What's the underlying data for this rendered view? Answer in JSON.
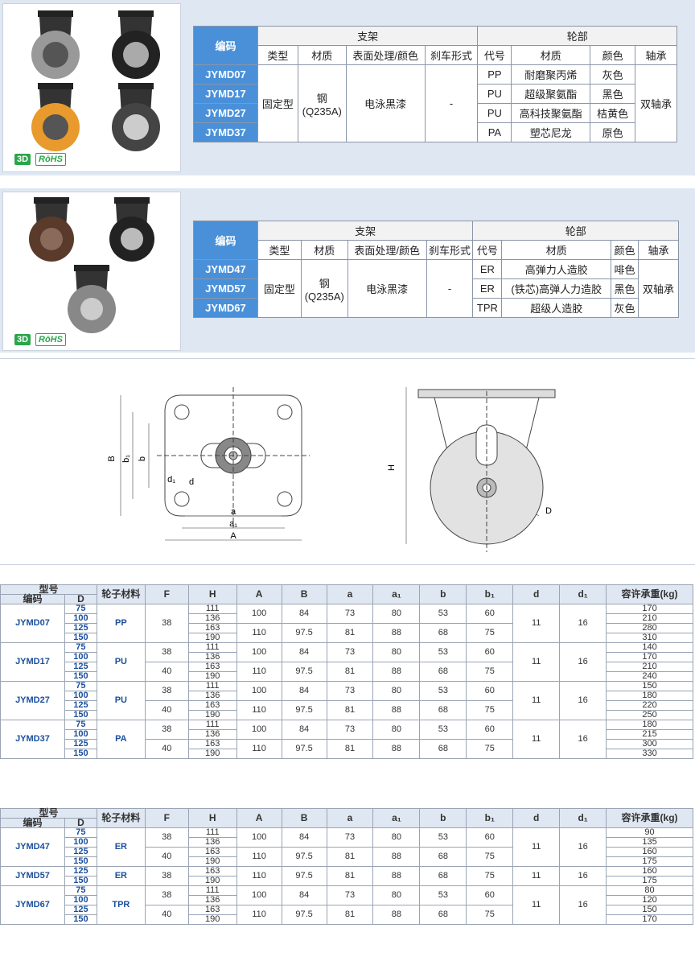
{
  "badges": {
    "three_d": "3D",
    "rohs": "RōHS"
  },
  "spec1": {
    "headers": {
      "code": "编码",
      "frame": "支架",
      "wheel": "轮部",
      "type": "类型",
      "material": "材质",
      "surface": "表面处理/颜色",
      "brake": "刹车形式",
      "wcode": "代号",
      "wmaterial": "材质",
      "color": "颜色",
      "bearing": "轴承"
    },
    "type": "固定型",
    "material": "钢",
    "material_std": "(Q235A)",
    "surface": "电泳黑漆",
    "brake": "-",
    "bearing": "双轴承",
    "rows": [
      {
        "code": "JYMD07",
        "wcode": "PP",
        "wmaterial": "耐磨聚丙烯",
        "color": "灰色"
      },
      {
        "code": "JYMD17",
        "wcode": "PU",
        "wmaterial": "超级聚氨酯",
        "color": "黑色"
      },
      {
        "code": "JYMD27",
        "wcode": "PU",
        "wmaterial": "高科技聚氨酯",
        "color": "桔黄色"
      },
      {
        "code": "JYMD37",
        "wcode": "PA",
        "wmaterial": "塑芯尼龙",
        "color": "原色"
      }
    ]
  },
  "spec2": {
    "type": "固定型",
    "material": "钢",
    "material_std": "(Q235A)",
    "surface": "电泳黑漆",
    "brake": "-",
    "bearing": "双轴承",
    "rows": [
      {
        "code": "JYMD47",
        "wcode": "ER",
        "wmaterial": "高弹力人造胶",
        "color": "啡色"
      },
      {
        "code": "JYMD57",
        "wcode": "ER",
        "wmaterial": "(铁芯)高弹人力造胶",
        "color": "黑色"
      },
      {
        "code": "JYMD67",
        "wcode": "TPR",
        "wmaterial": "超级人造胶",
        "color": "灰色"
      }
    ]
  },
  "diagram": {
    "labels": {
      "B": "B",
      "b1": "b₁",
      "b": "b",
      "d": "d",
      "d1": "d₁",
      "a": "a",
      "a1": "a₁",
      "A": "A",
      "H": "H",
      "D": "D"
    }
  },
  "dims_headers": {
    "model": "型号",
    "code": "编码",
    "D": "D",
    "wheel_mat": "轮子材料",
    "F": "F",
    "H": "H",
    "A": "A",
    "B": "B",
    "a": "a",
    "a1": "a₁",
    "b": "b",
    "b1": "b₁",
    "d": "d",
    "d1": "d₁",
    "load": "容许承重(kg)"
  },
  "dims1": [
    {
      "code": "JYMD07",
      "mat": "PP",
      "D": [
        "75",
        "100",
        "125",
        "150"
      ],
      "H": [
        "111",
        "136",
        "163",
        "190"
      ],
      "F": [
        "38"
      ],
      "A": [
        "100",
        "110"
      ],
      "B": [
        "84",
        "97.5"
      ],
      "a": [
        "73",
        "81"
      ],
      "a1": [
        "80",
        "88"
      ],
      "b": [
        "53",
        "68"
      ],
      "b1": [
        "60",
        "75"
      ],
      "d": "11",
      "d1": "16",
      "load": [
        "170",
        "210",
        "280",
        "310"
      ]
    },
    {
      "code": "JYMD17",
      "mat": "PU",
      "D": [
        "75",
        "100",
        "125",
        "150"
      ],
      "H": [
        "111",
        "136",
        "163",
        "190"
      ],
      "F": [
        "38",
        "40"
      ],
      "A": [
        "100",
        "110"
      ],
      "B": [
        "84",
        "97.5"
      ],
      "a": [
        "73",
        "81"
      ],
      "a1": [
        "80",
        "88"
      ],
      "b": [
        "53",
        "68"
      ],
      "b1": [
        "60",
        "75"
      ],
      "d": "11",
      "d1": "16",
      "load": [
        "140",
        "170",
        "210",
        "240"
      ]
    },
    {
      "code": "JYMD27",
      "mat": "PU",
      "D": [
        "75",
        "100",
        "125",
        "150"
      ],
      "H": [
        "111",
        "136",
        "163",
        "190"
      ],
      "F": [
        "38",
        "40"
      ],
      "A": [
        "100",
        "110"
      ],
      "B": [
        "84",
        "97.5"
      ],
      "a": [
        "73",
        "81"
      ],
      "a1": [
        "80",
        "88"
      ],
      "b": [
        "53",
        "68"
      ],
      "b1": [
        "60",
        "75"
      ],
      "d": "11",
      "d1": "16",
      "load": [
        "150",
        "180",
        "220",
        "250"
      ]
    },
    {
      "code": "JYMD37",
      "mat": "PA",
      "D": [
        "75",
        "100",
        "125",
        "150"
      ],
      "H": [
        "111",
        "136",
        "163",
        "190"
      ],
      "F": [
        "38",
        "40"
      ],
      "A": [
        "100",
        "110"
      ],
      "B": [
        "84",
        "97.5"
      ],
      "a": [
        "73",
        "81"
      ],
      "a1": [
        "80",
        "88"
      ],
      "b": [
        "53",
        "68"
      ],
      "b1": [
        "60",
        "75"
      ],
      "d": "11",
      "d1": "16",
      "load": [
        "180",
        "215",
        "300",
        "330"
      ]
    }
  ],
  "dims2": [
    {
      "code": "JYMD47",
      "mat": "ER",
      "D": [
        "75",
        "100",
        "125",
        "150"
      ],
      "H": [
        "111",
        "136",
        "163",
        "190"
      ],
      "F": [
        "38",
        "40"
      ],
      "A": [
        "100",
        "110"
      ],
      "B": [
        "84",
        "97.5"
      ],
      "a": [
        "73",
        "81"
      ],
      "a1": [
        "80",
        "88"
      ],
      "b": [
        "53",
        "68"
      ],
      "b1": [
        "60",
        "75"
      ],
      "d": "11",
      "d1": "16",
      "load": [
        "90",
        "135",
        "160",
        "175"
      ]
    },
    {
      "code": "JYMD57",
      "mat": "ER",
      "D": [
        "125",
        "150"
      ],
      "H": [
        "163",
        "190"
      ],
      "F": [
        "38"
      ],
      "A": [
        "110"
      ],
      "B": [
        "97.5"
      ],
      "a": [
        "81"
      ],
      "a1": [
        "88"
      ],
      "b": [
        "68"
      ],
      "b1": [
        "75"
      ],
      "d": "11",
      "d1": "16",
      "load": [
        "160",
        "175"
      ]
    },
    {
      "code": "JYMD67",
      "mat": "TPR",
      "D": [
        "75",
        "100",
        "125",
        "150"
      ],
      "H": [
        "111",
        "136",
        "163",
        "190"
      ],
      "F": [
        "38",
        "40"
      ],
      "A": [
        "100",
        "110"
      ],
      "B": [
        "84",
        "97.5"
      ],
      "a": [
        "73",
        "81"
      ],
      "a1": [
        "80",
        "88"
      ],
      "b": [
        "53",
        "68"
      ],
      "b1": [
        "60",
        "75"
      ],
      "d": "11",
      "d1": "16",
      "load": [
        "80",
        "120",
        "150",
        "170"
      ]
    }
  ]
}
